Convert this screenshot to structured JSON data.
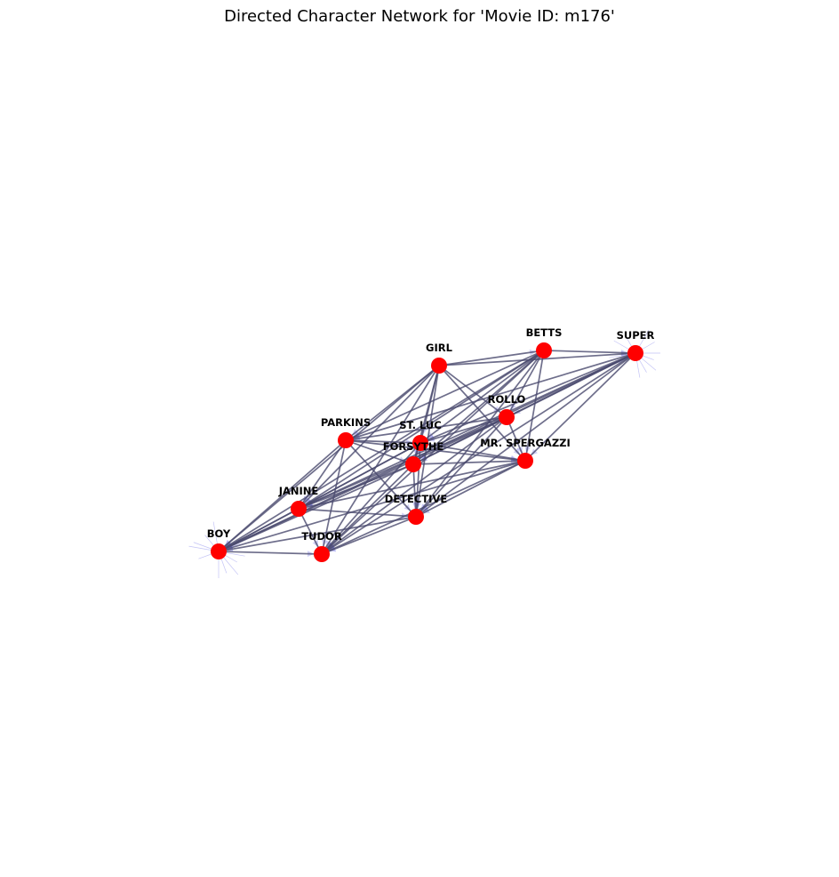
{
  "title": "Directed Character Network for 'Movie ID: m176'",
  "style": {
    "node_color": "#ff0000",
    "edge_color": "#4a4a6e",
    "arrow_color": "#7b7be8"
  },
  "nodes": [
    {
      "id": "GIRL",
      "label": "GIRL"
    },
    {
      "id": "BETTS",
      "label": "BETTS"
    },
    {
      "id": "SUPER",
      "label": "SUPER"
    },
    {
      "id": "ROLLO",
      "label": "ROLLO"
    },
    {
      "id": "PARKINS",
      "label": "PARKINS"
    },
    {
      "id": "ST. LUC",
      "label": "ST. LUC"
    },
    {
      "id": "FORSYTHE",
      "label": "FORSYTHE"
    },
    {
      "id": "MR. SPERGAZZI",
      "label": "MR. SPERGAZZI"
    },
    {
      "id": "JANINE",
      "label": "JANINE"
    },
    {
      "id": "DETECTIVE",
      "label": "DETECTIVE"
    },
    {
      "id": "BOY",
      "label": "BOY"
    },
    {
      "id": "TUDOR",
      "label": "TUDOR"
    }
  ],
  "edges": [
    [
      "GIRL",
      "BETTS"
    ],
    [
      "GIRL",
      "SUPER"
    ],
    [
      "GIRL",
      "ROLLO"
    ],
    [
      "GIRL",
      "PARKINS"
    ],
    [
      "GIRL",
      "ST. LUC"
    ],
    [
      "GIRL",
      "FORSYTHE"
    ],
    [
      "GIRL",
      "MR. SPERGAZZI"
    ],
    [
      "GIRL",
      "JANINE"
    ],
    [
      "GIRL",
      "DETECTIVE"
    ],
    [
      "GIRL",
      "BOY"
    ],
    [
      "GIRL",
      "TUDOR"
    ],
    [
      "BETTS",
      "SUPER"
    ],
    [
      "BETTS",
      "ROLLO"
    ],
    [
      "BETTS",
      "PARKINS"
    ],
    [
      "BETTS",
      "ST. LUC"
    ],
    [
      "BETTS",
      "FORSYTHE"
    ],
    [
      "BETTS",
      "MR. SPERGAZZI"
    ],
    [
      "BETTS",
      "JANINE"
    ],
    [
      "BETTS",
      "DETECTIVE"
    ],
    [
      "BETTS",
      "BOY"
    ],
    [
      "BETTS",
      "TUDOR"
    ],
    [
      "SUPER",
      "ROLLO"
    ],
    [
      "SUPER",
      "PARKINS"
    ],
    [
      "SUPER",
      "ST. LUC"
    ],
    [
      "SUPER",
      "FORSYTHE"
    ],
    [
      "SUPER",
      "MR. SPERGAZZI"
    ],
    [
      "SUPER",
      "JANINE"
    ],
    [
      "SUPER",
      "DETECTIVE"
    ],
    [
      "SUPER",
      "BOY"
    ],
    [
      "SUPER",
      "TUDOR"
    ],
    [
      "ROLLO",
      "PARKINS"
    ],
    [
      "ROLLO",
      "ST. LUC"
    ],
    [
      "ROLLO",
      "FORSYTHE"
    ],
    [
      "ROLLO",
      "MR. SPERGAZZI"
    ],
    [
      "ROLLO",
      "JANINE"
    ],
    [
      "ROLLO",
      "DETECTIVE"
    ],
    [
      "ROLLO",
      "BOY"
    ],
    [
      "ROLLO",
      "TUDOR"
    ],
    [
      "PARKINS",
      "ST. LUC"
    ],
    [
      "PARKINS",
      "FORSYTHE"
    ],
    [
      "PARKINS",
      "MR. SPERGAZZI"
    ],
    [
      "PARKINS",
      "JANINE"
    ],
    [
      "PARKINS",
      "DETECTIVE"
    ],
    [
      "PARKINS",
      "BOY"
    ],
    [
      "PARKINS",
      "TUDOR"
    ],
    [
      "ST. LUC",
      "FORSYTHE"
    ],
    [
      "ST. LUC",
      "MR. SPERGAZZI"
    ],
    [
      "ST. LUC",
      "JANINE"
    ],
    [
      "ST. LUC",
      "DETECTIVE"
    ],
    [
      "ST. LUC",
      "BOY"
    ],
    [
      "ST. LUC",
      "TUDOR"
    ],
    [
      "FORSYTHE",
      "MR. SPERGAZZI"
    ],
    [
      "FORSYTHE",
      "JANINE"
    ],
    [
      "FORSYTHE",
      "DETECTIVE"
    ],
    [
      "FORSYTHE",
      "BOY"
    ],
    [
      "FORSYTHE",
      "TUDOR"
    ],
    [
      "MR. SPERGAZZI",
      "JANINE"
    ],
    [
      "MR. SPERGAZZI",
      "DETECTIVE"
    ],
    [
      "MR. SPERGAZZI",
      "BOY"
    ],
    [
      "MR. SPERGAZZI",
      "TUDOR"
    ],
    [
      "JANINE",
      "DETECTIVE"
    ],
    [
      "JANINE",
      "BOY"
    ],
    [
      "JANINE",
      "TUDOR"
    ],
    [
      "DETECTIVE",
      "BOY"
    ],
    [
      "DETECTIVE",
      "TUDOR"
    ],
    [
      "BOY",
      "TUDOR"
    ]
  ]
}
